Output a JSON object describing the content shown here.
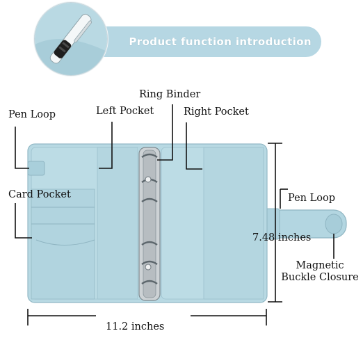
{
  "banner": {
    "title": "Product function introduction"
  },
  "labels": {
    "ring_binder": "Ring Binder",
    "left_pocket": "Left Pocket",
    "right_pocket": "Right Pocket",
    "pen_loop_left": "Pen Loop",
    "card_pocket": "Card Pocket",
    "pen_loop_right": "Pen Loop",
    "height": "7.48 inches",
    "magnetic_line1": "Magnetic",
    "magnetic_line2": "Buckle Closure",
    "width_value": "11.2",
    "width_unit": "inches"
  },
  "colors": {
    "leather": "#b8d9e3",
    "leather_dark": "#a3c9d5",
    "banner": "#b6d7e3",
    "rings": "#c9cdd0"
  }
}
